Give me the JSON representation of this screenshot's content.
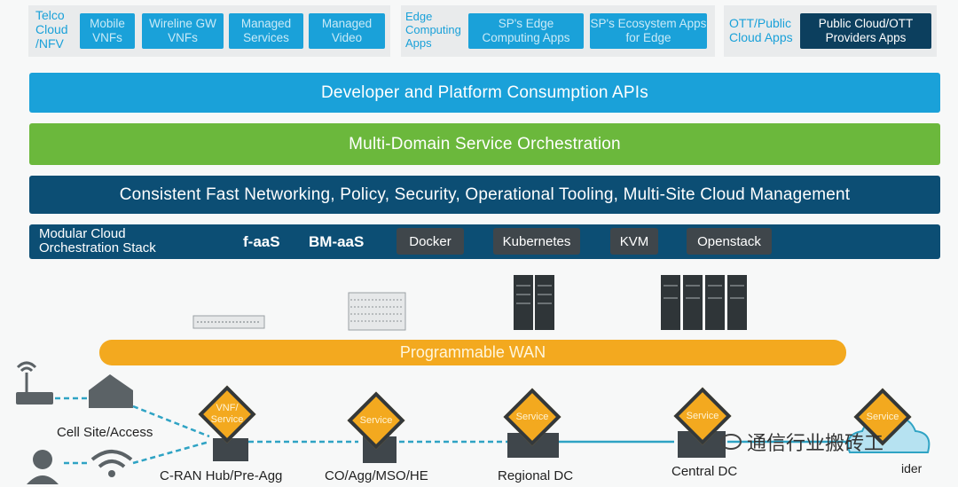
{
  "top_groups": {
    "telco": {
      "title": "Telco Cloud /NFV",
      "tiles": [
        "Mobile VNFs",
        "Wireline GW VNFs",
        "Managed Services",
        "Managed Video"
      ]
    },
    "edge": {
      "title": "Edge Computing Apps",
      "tiles": [
        "SP's Edge Computing Apps",
        "SP's Ecosystem Apps for Edge"
      ]
    },
    "ott": {
      "title": "OTT/Public Cloud Apps",
      "tiles": [
        "Public Cloud/OTT Providers Apps"
      ]
    }
  },
  "bands": {
    "apis": "Developer and Platform Consumption APIs",
    "orchestration": "Multi-Domain Service Orchestration",
    "networking": "Consistent Fast Networking, Policy, Security, Operational Tooling, Multi-Site Cloud Management"
  },
  "stack": {
    "title": "Modular Cloud Orchestration Stack",
    "bold_items": [
      "f-aaS",
      "BM-aaS"
    ],
    "pills": [
      "Docker",
      "Kubernetes",
      "KVM",
      "Openstack"
    ]
  },
  "wan": "Programmable WAN",
  "sites": {
    "cell": "Cell Site/Access",
    "cran": "C-RAN Hub/Pre-Agg",
    "co": "CO/Agg/MSO/HE",
    "regional": "Regional DC",
    "central": "Central DC",
    "cloud_partial": "ider"
  },
  "diamonds": {
    "cran": "VNF/ Service",
    "co": "Service",
    "regional": "Service",
    "central": "Service",
    "cloud": "Service"
  },
  "watermark": "通信行业搬砖工",
  "colors": {
    "light_blue": "#1aa1d9",
    "green": "#6bb83c",
    "navy": "#0c4e74",
    "orange": "#f3a91f",
    "dark_grey": "#3f464b",
    "dashed_line": "#2fa3c4"
  }
}
